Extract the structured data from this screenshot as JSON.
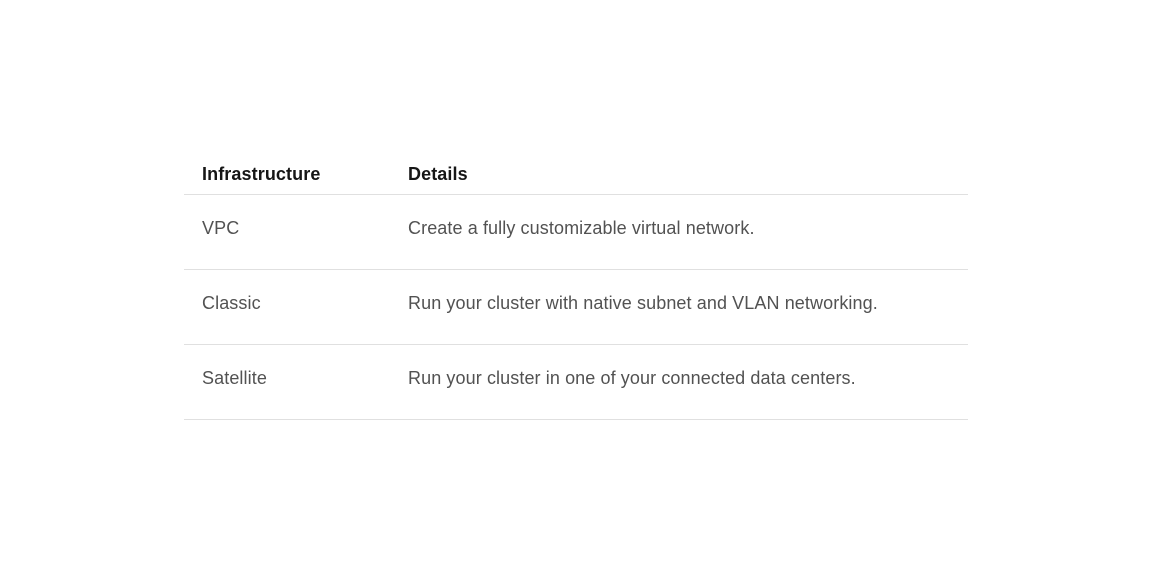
{
  "table": {
    "columns": [
      {
        "key": "infrastructure",
        "label": "Infrastructure"
      },
      {
        "key": "details",
        "label": "Details"
      }
    ],
    "rows": [
      {
        "infrastructure": "VPC",
        "details": "Create a fully customizable virtual network."
      },
      {
        "infrastructure": "Classic",
        "details": "Run your cluster with native subnet and VLAN networking."
      },
      {
        "infrastructure": "Satellite",
        "details": "Run your cluster in one of your connected data centers."
      }
    ]
  },
  "colors": {
    "background": "#ffffff",
    "header_text": "#161616",
    "body_text": "#525252",
    "divider": "#e0e0e0"
  }
}
